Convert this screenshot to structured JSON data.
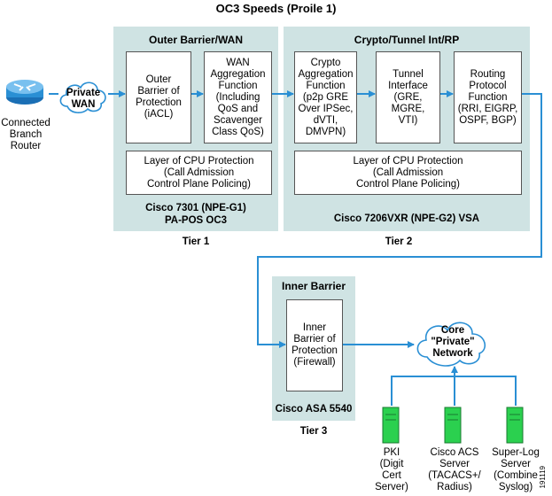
{
  "title": "OC3 Speeds (Proile 1)",
  "branch": {
    "label": "Connected\nBranch\nRouter",
    "wan_cloud": "Private\nWAN"
  },
  "tier1": {
    "heading": "Outer Barrier/WAN",
    "box_barrier": "Outer\nBarrier of\nProtection\n(iACL)",
    "box_wan": "WAN\nAggregation\nFunction\n(Including\nQoS and\nScavenger\nClass QoS)",
    "cpu_protection": "Layer of CPU Protection\n(Call Admission\nControl Plane Policing)",
    "platform": "Cisco 7301 (NPE-G1)\nPA-POS OC3",
    "tier_label": "Tier 1"
  },
  "tier2": {
    "heading": "Crypto/Tunnel Int/RP",
    "box_crypto": "Crypto\nAggregation\nFunction\n(p2p GRE\nOver IPSec,\ndVTI,\nDMVPN)",
    "box_tunnel": "Tunnel\nInterface\n(GRE,\nMGRE,\nVTI)",
    "box_routing": "Routing\nProtocol\nFunction\n(RRI, EIGRP,\nOSPF, BGP)",
    "cpu_protection": "Layer of CPU Protection\n(Call Admission\nControl Plane Policing)",
    "platform": "Cisco 7206VXR (NPE-G2) VSA",
    "tier_label": "Tier 2"
  },
  "tier3": {
    "heading": "Inner Barrier",
    "box_inner": "Inner\nBarrier of\nProtection\n(Firewall)",
    "platform": "Cisco ASA 5540",
    "tier_label": "Tier 3"
  },
  "core": {
    "cloud": "Core\n\"Private\"\nNetwork"
  },
  "servers": [
    {
      "label": "PKI\n(Digit\nCert\nServer)"
    },
    {
      "label": "Cisco ACS\nServer\n(TACACS+/\nRadius)"
    },
    {
      "label": "Super-Log\nServer\n(Combine\nSyslog)"
    }
  ],
  "figure_id": "191119",
  "colors": {
    "panel": "#cfe3e3",
    "arrow": "#2a8fd4",
    "server": "#2bd04f"
  }
}
